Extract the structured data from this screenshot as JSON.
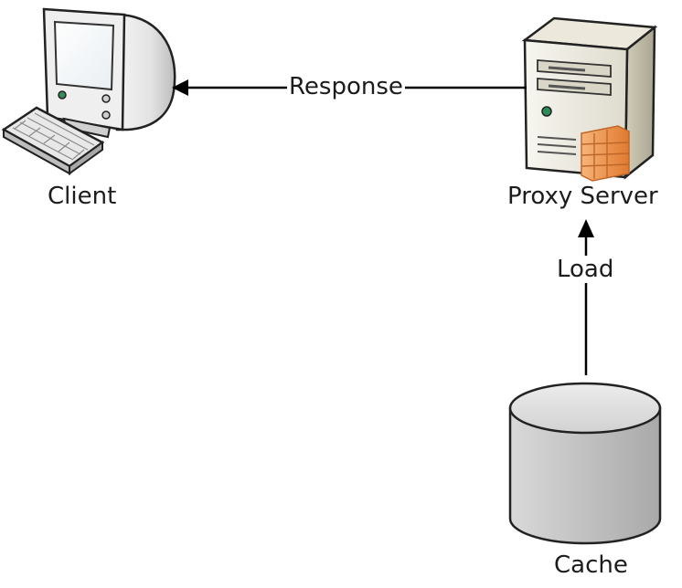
{
  "nodes": {
    "client": {
      "label": "Client",
      "icon": "desktop-computer-icon"
    },
    "proxy": {
      "label": "Proxy Server",
      "icon": "server-tower-icon"
    },
    "cache": {
      "label": "Cache",
      "icon": "database-cylinder-icon"
    }
  },
  "edges": [
    {
      "from": "proxy",
      "to": "client",
      "label": "Response"
    },
    {
      "from": "cache",
      "to": "proxy",
      "label": "Load"
    }
  ],
  "colors": {
    "line": "#000000",
    "device_body": "#e6e6e6",
    "firewall": "#f08a3c",
    "led": "#2e8b57"
  }
}
